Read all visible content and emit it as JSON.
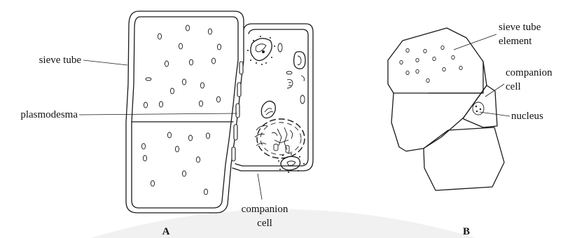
{
  "figure": {
    "panel_a": {
      "caption": "A",
      "labels": {
        "sieve_tube": "sieve tube",
        "plasmodesma": "plasmodesma",
        "companion_line1": "companion",
        "companion_line2": "cell"
      }
    },
    "panel_b": {
      "caption": "B",
      "labels": {
        "element_line1": "sieve tube",
        "element_line2": "element",
        "companion_line1": "companion",
        "companion_line2": "cell",
        "nucleus": "nucleus"
      }
    }
  },
  "colors": {
    "ink": "#1a1a1a",
    "background": "#ffffff",
    "backdrop_arc": "#f1f1f1"
  }
}
